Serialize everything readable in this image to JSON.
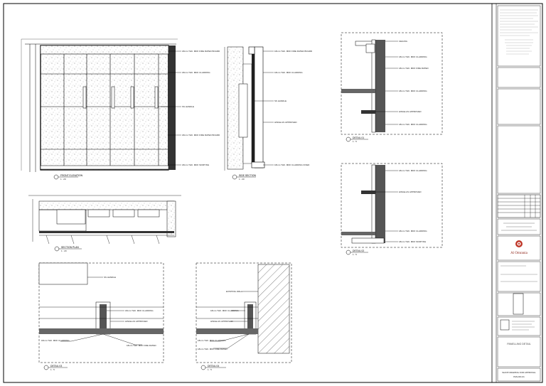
{
  "drawing": {
    "views": [
      {
        "id": "front-elevation",
        "title": "FRONT ELEVATION",
        "scale": "1 : 20"
      },
      {
        "id": "side-section",
        "title": "SIDE SECTION",
        "scale": "1 : 20"
      },
      {
        "id": "section-plan",
        "title": "SECTION PLAN",
        "scale": "1 : 20"
      },
      {
        "id": "detail-1",
        "title": "DETAIL 01",
        "scale": "1 : 5"
      },
      {
        "id": "detail-2",
        "title": "DETAIL 02",
        "scale": "1 : 5"
      },
      {
        "id": "detail-3",
        "title": "DETAIL 03",
        "scale": "1 : 5"
      },
      {
        "id": "detail-4",
        "title": "DETAIL 04",
        "scale": "1 : 5"
      }
    ],
    "annotations": {
      "elevation": [
        "18mm THK. MDF FIRE RATED BOARD",
        "18mm THK. MDF CLADDING",
        "SS HANDLE",
        "18mm THK. MDF FIRE RATED BOARD",
        "18mm THK. MDF SKIRTING"
      ],
      "section": [
        "18mm THK. MDF FIRE RATED BOARD",
        "18mm THK. MDF CLADDING",
        "SS HANDLE",
        "HINGE AS APPROVED",
        "18mm THK. MDF CLADDING FIXED"
      ],
      "detail_right": [
        "CEILING",
        "18mm THK. MDF CLADDING",
        "18mm THK. MDF FIRE RATED",
        "18mm THK. MDF CLADDING",
        "HINGE AS APPROVED",
        "18mm THK. MDF CLADDING"
      ],
      "detail_right2": [
        "18mm THK. MDF CLADDING",
        "HINGE AS APPROVED",
        "18mm THK. MDF CLADDING",
        "18mm THK. MDF SKIRTING"
      ],
      "detail_bottom1": [
        "SS HANDLE",
        "18mm THK. MDF CLADDING",
        "HINGE AS APPROVED",
        "18mm THK. MDF CLADDING",
        "18mm THK. MDF FIRE RATED"
      ],
      "detail_bottom2": [
        "EXISTING WALL",
        "18mm THK. MDF CLADDING",
        "HINGE AS APPROVED",
        "18mm THK. MDF CLADDING",
        "18mm THK. MDF FIRE RATED"
      ]
    }
  },
  "title_block": {
    "company": "Al Omrania",
    "sheet_name": "PANELLING DETAIL",
    "drawing_no": "PAN-DD-01",
    "footer": "SHOP DRAWING FOR APPROVAL"
  }
}
